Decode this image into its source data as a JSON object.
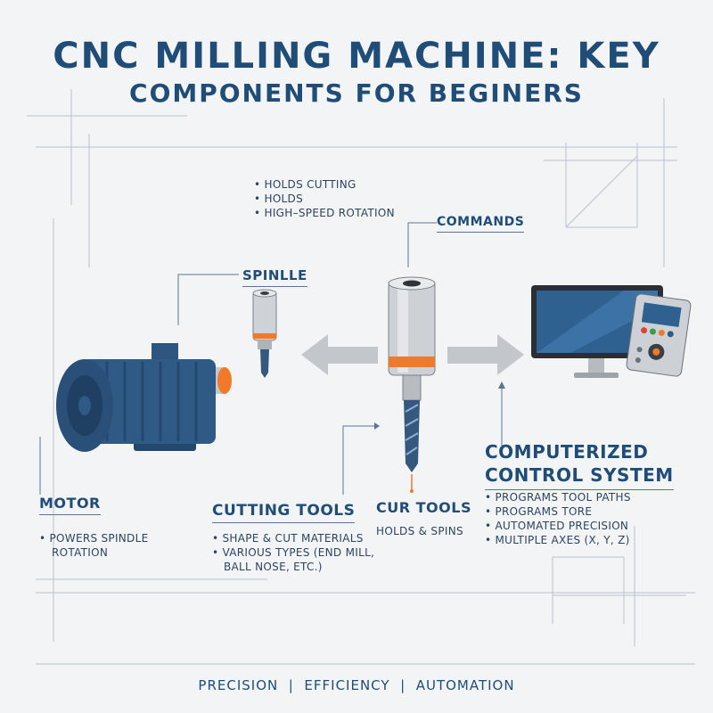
{
  "title": {
    "line1": "CNC MILLING MACHINE: KEY",
    "line2": "COMPONENTS FOR BEGINERS"
  },
  "top_bullets": [
    "• HOLDS CUTTING",
    "• HOLDS",
    "• HIGH–SPEED ROTATION"
  ],
  "labels": {
    "commands": "COMMANDS",
    "spindle": "SPINLLE",
    "motor": "MOTOR",
    "cutting_tools": "CUTTING TOOLS",
    "cur_tools": "CUR TOOLS",
    "cur_tools_sub": "HOLDS & SPINS",
    "control_line1": "COMPUTERIZED",
    "control_line2": "CONTROL SYSTEM"
  },
  "motor_bullets": [
    "• POWERS SPINDLE",
    "ROTATION"
  ],
  "cutting_bullets": [
    "• SHAPE & CUT MATERIALS",
    "• VARIOUS TYPES (END MILL,",
    "BALL NOSE, ETC.)"
  ],
  "control_bullets": [
    "• PROGRAMS TOOL PATHS",
    "• PROGRAMS TORE",
    "• AUTOMATED PRECISION",
    "• MULTIPLE AXES (X, Y, Z)"
  ],
  "footer": {
    "a": "PRECISION",
    "sep1": "|",
    "b": "EFFICIENCY",
    "sep2": "|",
    "c": "AUTOMATION"
  },
  "colors": {
    "navy": "#1f4d78",
    "accent_orange": "#f07a2a",
    "motor_blue": "#2f5a86",
    "steel": "#c9ccd1"
  },
  "icons": [
    "motor-icon",
    "small-spindle-icon",
    "spindle-icon",
    "monitor-icon",
    "control-panel-icon",
    "arrow-left-icon",
    "arrow-right-icon"
  ]
}
